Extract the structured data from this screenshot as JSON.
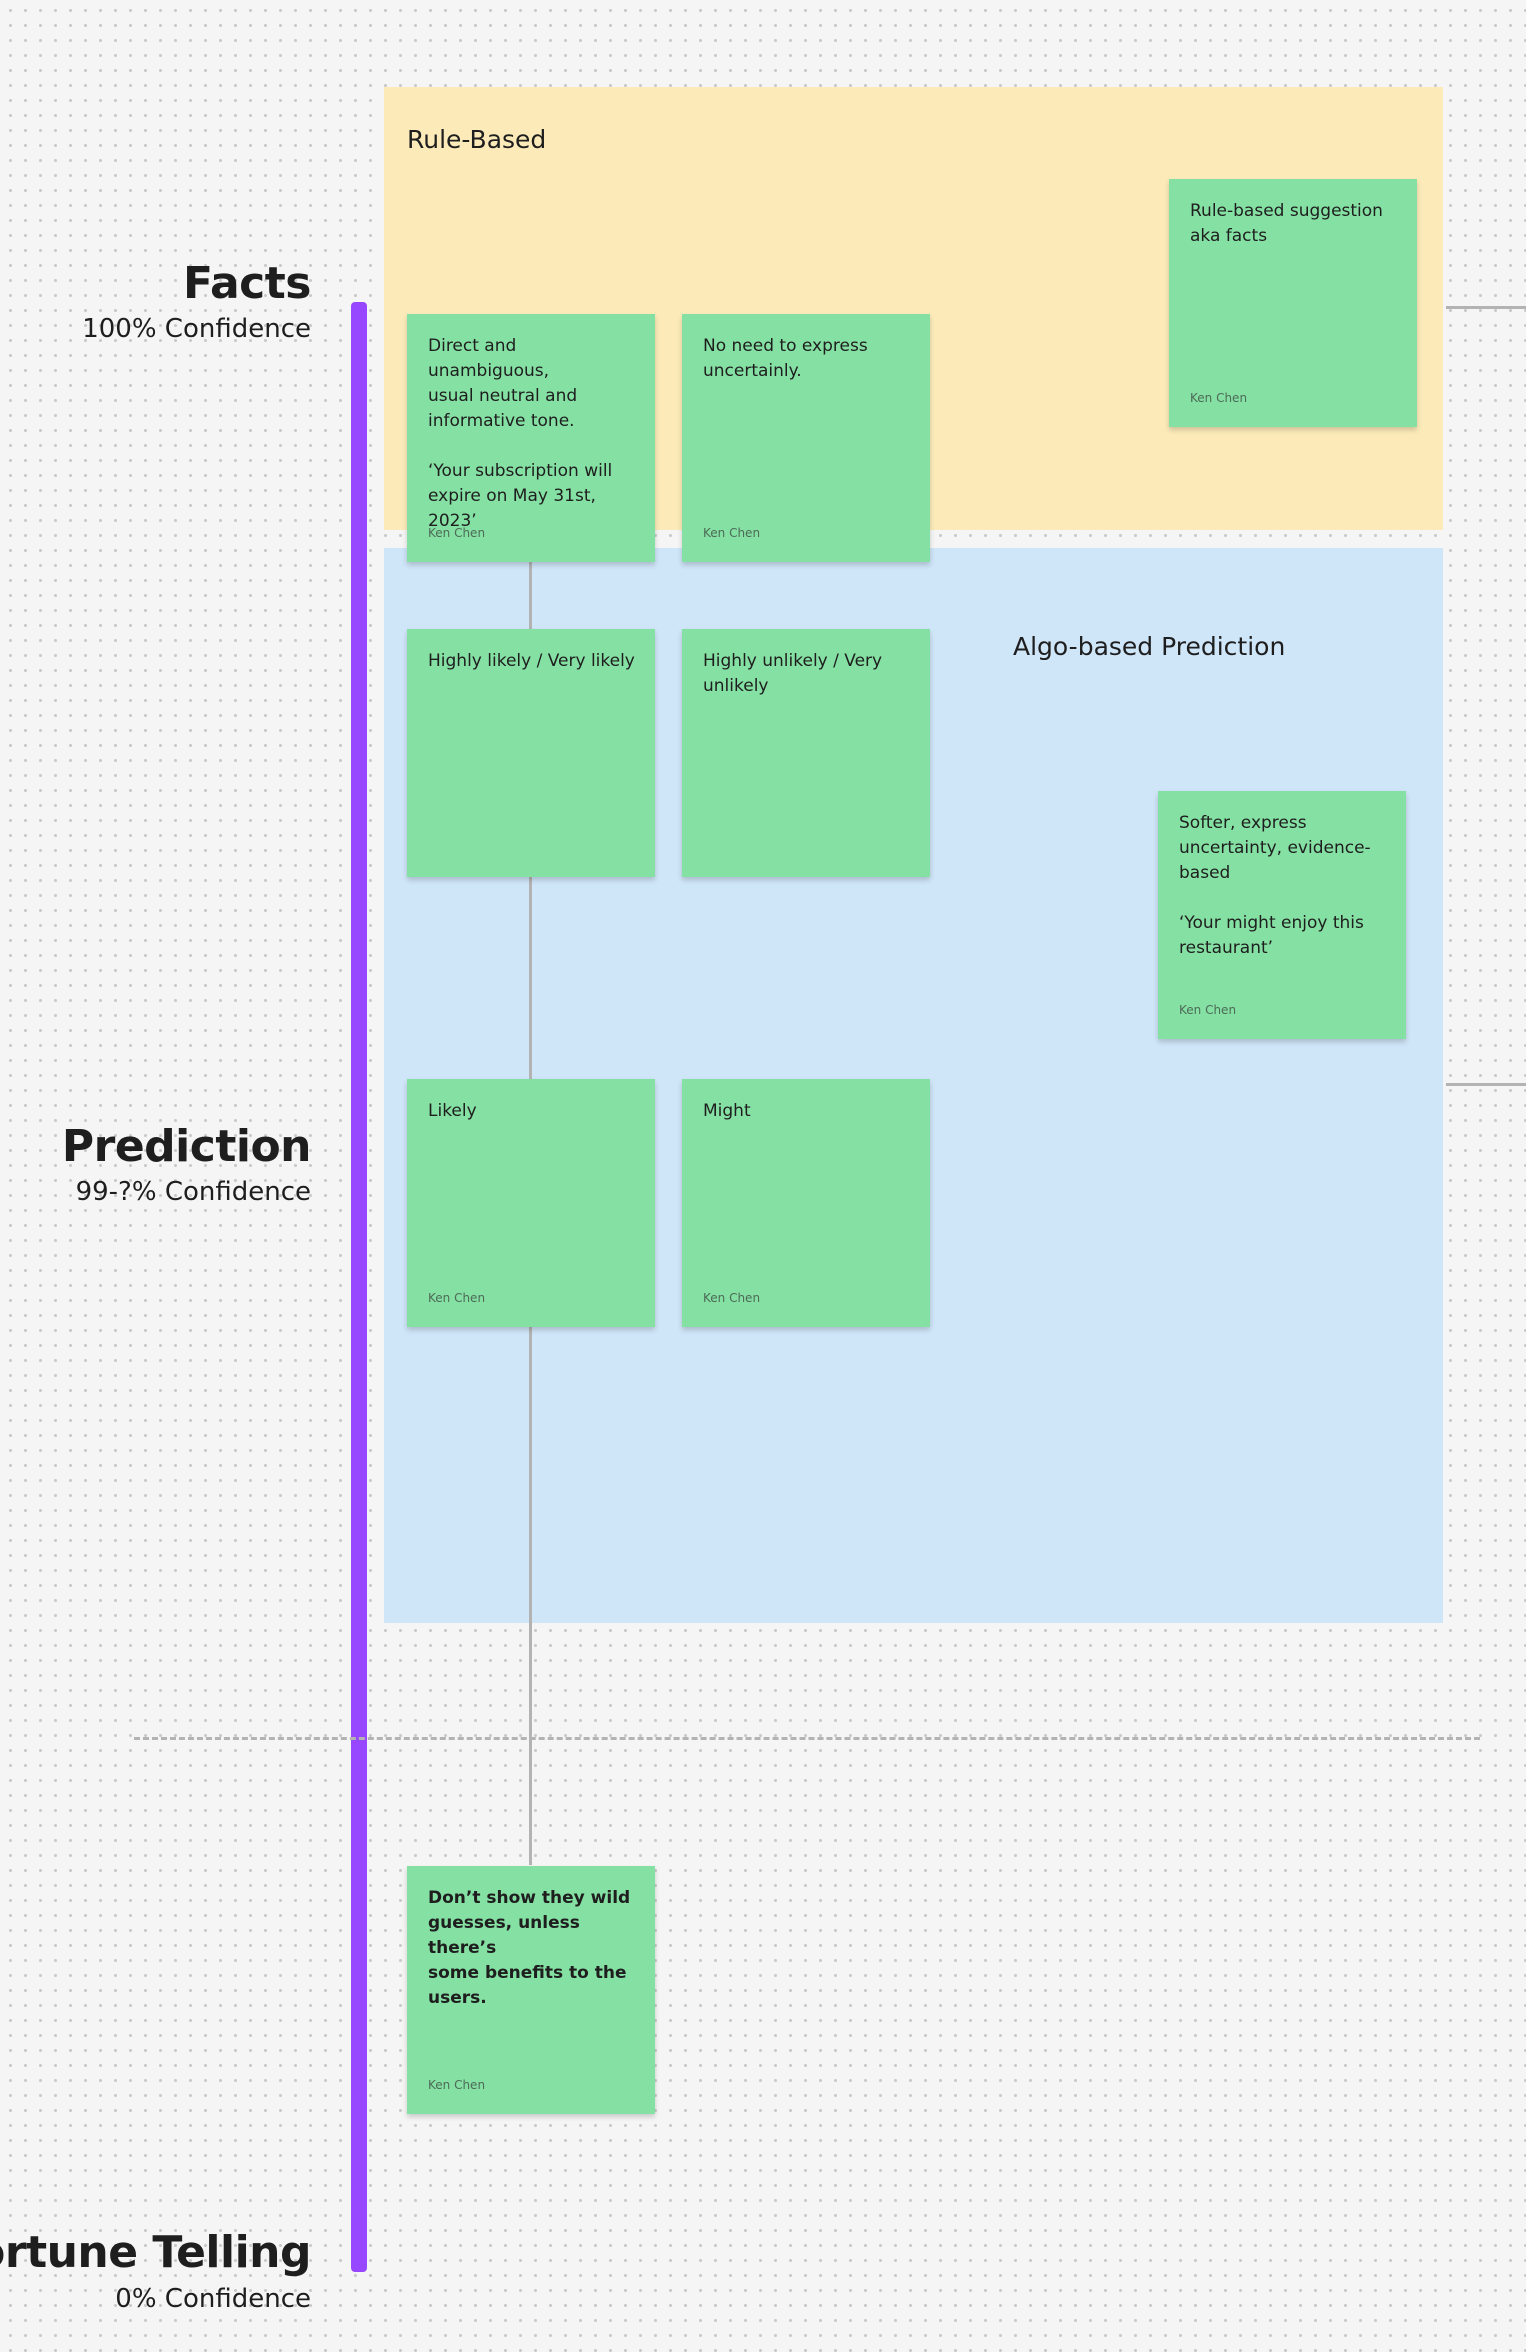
{
  "levels": {
    "top": {
      "title": "Facts",
      "subtitle": "100% Confidence"
    },
    "middle": {
      "title": "Prediction",
      "subtitle": "99-?% Confidence"
    },
    "bottom": {
      "title": "Fortune Telling",
      "subtitle": "0% Confidence"
    }
  },
  "sections": {
    "rule_based": {
      "title": "Rule-Based",
      "color": "#fcebb9"
    },
    "algo_based": {
      "title": "Algo-based Prediction",
      "color": "#cfe5f8"
    }
  },
  "axis_color": "#9747ff",
  "sticky_color": "#85e0a3",
  "stickies": {
    "rule_summary": {
      "text": "Rule-based suggestion\naka facts",
      "author": "Ken Chen"
    },
    "facts_tone": {
      "text": "Direct and unambiguous,\nusual neutral and\ninformative tone.\n\n‘Your subscription will\nexpire on May 31st, 2023’",
      "author": "Ken Chen"
    },
    "facts_no_uncertainty": {
      "text": "No need to express\nuncertainly.",
      "author": "Ken Chen"
    },
    "highly_likely": {
      "text": "Highly likely / Very likely",
      "author": ""
    },
    "highly_unlikely": {
      "text": "Highly unlikely / Very\nunlikely",
      "author": ""
    },
    "algo_summary": {
      "text": "Softer, express\nuncertainty, evidence-\nbased\n\n‘Your might enjoy this\nrestaurant’",
      "author": "Ken Chen"
    },
    "likely": {
      "text": "Likely",
      "author": "Ken Chen"
    },
    "might": {
      "text": "Might",
      "author": "Ken Chen"
    },
    "fortune": {
      "text": "Don’t show they wild\nguesses, unless there’s\nsome benefits to the\nusers.",
      "author": "Ken Chen"
    }
  }
}
